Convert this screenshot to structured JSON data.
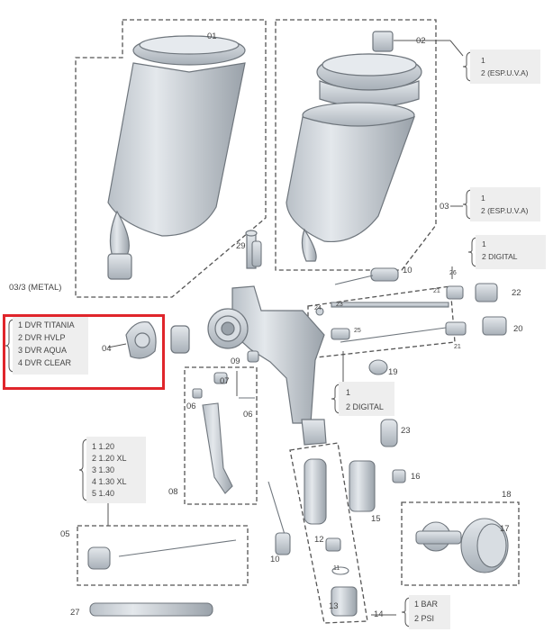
{
  "colors": {
    "highlight": "#e0252b",
    "part_fill": "#cdd3d9",
    "part_stroke": "#6f767d",
    "dash": "#555555",
    "option_bg": "#eeeeee"
  },
  "parts": {
    "p01": "01",
    "p02": "02",
    "p03": "03",
    "p033": "03/3 (METAL)",
    "p04": "04",
    "p05": "05",
    "p06a": "06",
    "p06b": "06",
    "p07": "07",
    "p08": "08",
    "p09": "09",
    "p10a": "10",
    "p10b": "10",
    "p12": "12",
    "p13": "13",
    "p14": "14",
    "p15": "15",
    "p16": "16",
    "p17": "17",
    "p18": "18",
    "p19": "19",
    "p20": "20",
    "p21a": "21",
    "p21b": "21",
    "p22": "22",
    "p23": "23",
    "p23b": "23",
    "p24": "24",
    "p25": "25",
    "p26": "26",
    "p27": "27",
    "p29": "29",
    "p11": "11"
  },
  "options": {
    "o02": [
      "1",
      "2 (ESP.U.V.A)"
    ],
    "o03": [
      "1",
      "2 (ESP.U.V.A)"
    ],
    "o26": [
      "1",
      "2 DIGITAL"
    ],
    "o19": [
      "1",
      "2 DIGITAL"
    ],
    "o04": [
      "1  DVR TITANIA",
      "2  DVR HVLP",
      "3  DVR AQUA",
      "4  DVR CLEAR"
    ],
    "o05": [
      "1  1.20",
      "2  1.20 XL",
      "3  1.30",
      "4  1.30 XL",
      "5  1.40"
    ],
    "o14": [
      "1 BAR",
      "2 PSI"
    ]
  }
}
